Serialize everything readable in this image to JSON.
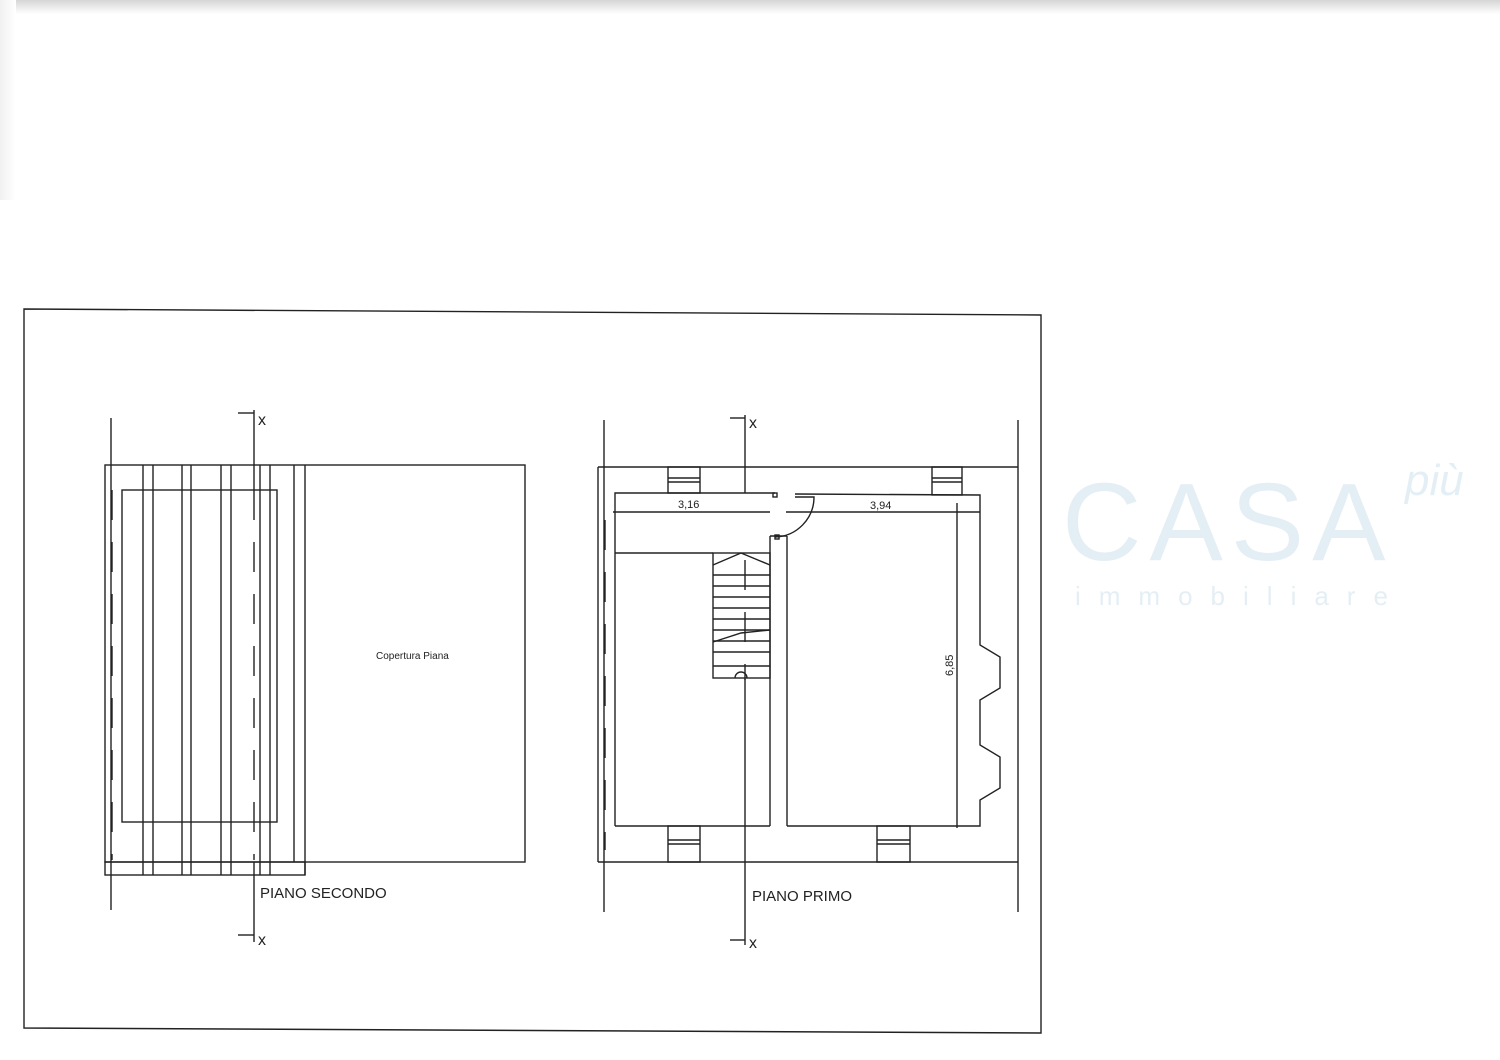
{
  "drawing": {
    "plans": [
      {
        "title": "PIANO SECONDO",
        "room_label": "Copertura Piana",
        "section_marker": "x"
      },
      {
        "title": "PIANO PRIMO",
        "section_marker": "x",
        "dimensions": {
          "left_width": "3,16",
          "right_width": "3,94",
          "depth": "6,85"
        }
      }
    ],
    "watermark": {
      "brand": "CASA",
      "brand_suffix": "più",
      "tagline": "immobiliare",
      "color": "#cfe2ee"
    }
  }
}
